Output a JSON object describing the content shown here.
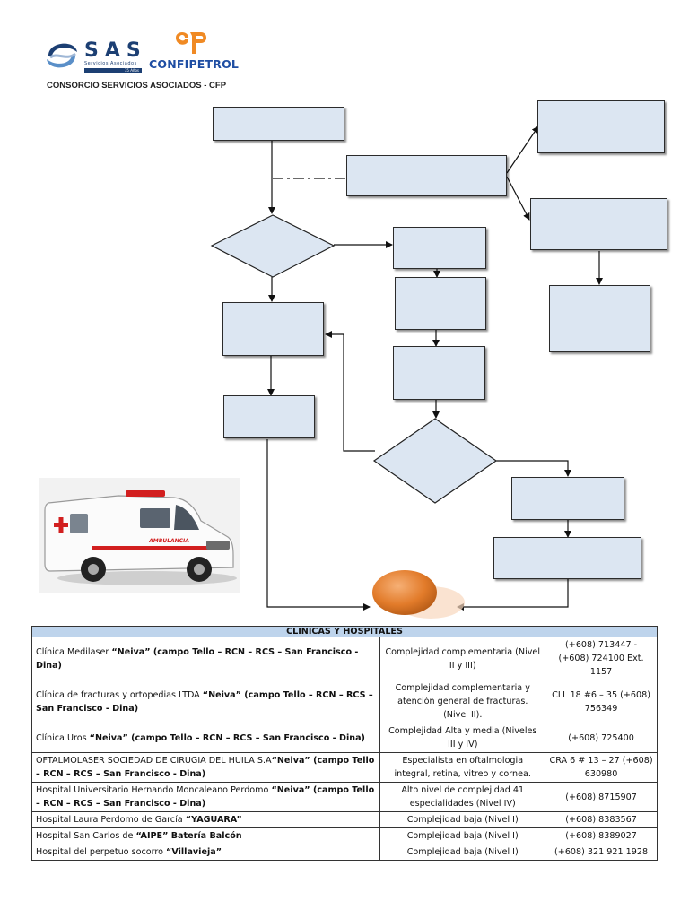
{
  "header": {
    "sas_logo_text": "SAS",
    "sas_logo_subtitle": "Servicios Asociados",
    "sas_logo_badge": "35 Años",
    "confipetrol_logo_text": "CONFIPETROL",
    "consortium_name": "CONSORCIO SERVICIOS ASOCIADOS - CFP"
  },
  "colors": {
    "box_fill": "#dce6f2",
    "table_header_fill": "#bed4ec",
    "sas_blue": "#1c3f73",
    "confipetrol_orange": "#f08a24",
    "confipetrol_blue": "#1f4ea3"
  },
  "ambulance_label": "AMBULANCIA",
  "table": {
    "title": "CLINICAS Y HOSPITALES",
    "rows": [
      {
        "name_plain": "Clínica Medilaser ",
        "name_bold": "“Neiva” (campo Tello – RCN – RCS – San Francisco - Dina)",
        "complexity": "Complejidad complementaria (Nivel II y III)",
        "contact": "(+608) 713447 - (+608) 724100 Ext. 1157"
      },
      {
        "name_plain": "Clínica de fracturas y ortopedias LTDA ",
        "name_bold": "“Neiva” (campo Tello – RCN – RCS – San Francisco - Dina)",
        "complexity": "Complejidad complementaria y atención general de fracturas. (Nivel II).",
        "contact": "CLL 18 #6 – 35 (+608) 756349"
      },
      {
        "name_plain": "Clínica Uros ",
        "name_bold": "“Neiva” (campo Tello – RCN – RCS – San Francisco - Dina)",
        "complexity": "Complejidad Alta y media (Niveles III y IV)",
        "contact": "(+608) 725400"
      },
      {
        "name_plain": "OFTALMOLASER SOCIEDAD DE CIRUGIA DEL HUILA S.A",
        "name_bold": "“Neiva” (campo Tello – RCN – RCS – San Francisco - Dina)",
        "complexity": "Especialista en oftalmologia integral, retina, vitreo y cornea.",
        "contact": "CRA 6 # 13 – 27 (+608) 630980"
      },
      {
        "name_plain": "Hospital Universitario Hernando Moncaleano Perdomo ",
        "name_bold": "“Neiva” (campo Tello – RCN – RCS – San Francisco - Dina)",
        "complexity": "Alto nivel de complejidad 41 especialidades (Nivel IV)",
        "contact": "(+608) 8715907"
      },
      {
        "name_plain": "Hospital Laura Perdomo de García ",
        "name_bold": "“YAGUARA”",
        "complexity": "Complejidad baja (Nivel I)",
        "contact": "(+608) 8383567"
      },
      {
        "name_plain": "Hospital San Carlos de ",
        "name_bold": "“AIPE” Batería Balcón",
        "complexity": "Complejidad baja (Nivel I)",
        "contact": "(+608) 8389027"
      },
      {
        "name_plain": "Hospital del perpetuo socorro ",
        "name_bold": "“Villavieja”",
        "complexity": "Complejidad baja (Nivel I)",
        "contact": "(+608) 321 921 1928"
      }
    ]
  }
}
